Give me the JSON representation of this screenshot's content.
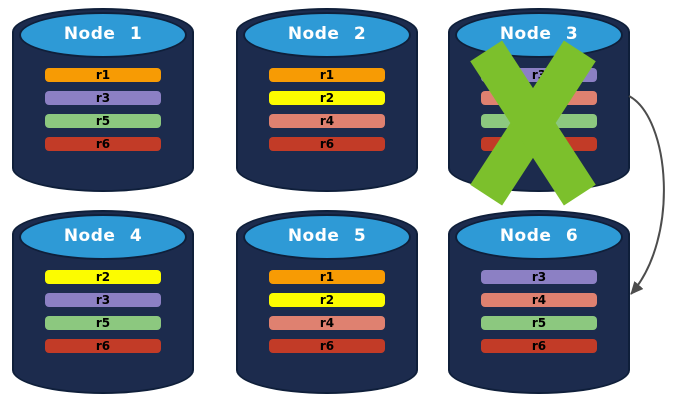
{
  "diagram": {
    "background": "#ffffff",
    "node_body_color": "#1c2b4d",
    "node_outline_color": "#0f1f3a",
    "node_cap_color": "#2e9ad6",
    "title_color": "#ffffff",
    "label_color": "#000000",
    "failure_x_color": "#7cc02c",
    "arrow_color": "#4d4d4d"
  },
  "nodes": [
    {
      "title": "Node 1",
      "failed": false,
      "replicas": [
        {
          "label": "r1",
          "color": "#f79b04"
        },
        {
          "label": "r3",
          "color": "#8c80c4"
        },
        {
          "label": "r5",
          "color": "#8cc87f"
        },
        {
          "label": "r6",
          "color": "#c23b27"
        }
      ]
    },
    {
      "title": "Node 2",
      "failed": false,
      "replicas": [
        {
          "label": "r1",
          "color": "#f79b04"
        },
        {
          "label": "r2",
          "color": "#fcfc00"
        },
        {
          "label": "r4",
          "color": "#df8170"
        },
        {
          "label": "r6",
          "color": "#c23b27"
        }
      ]
    },
    {
      "title": "Node 3",
      "failed": true,
      "replicas": [
        {
          "label": "r3",
          "color": "#8c80c4"
        },
        {
          "label": "r4",
          "color": "#df8170"
        },
        {
          "label": "r5",
          "color": "#8cc87f"
        },
        {
          "label": "r6",
          "color": "#c23b27"
        }
      ]
    },
    {
      "title": "Node 4",
      "failed": false,
      "replicas": [
        {
          "label": "r2",
          "color": "#fcfc00"
        },
        {
          "label": "r3",
          "color": "#8c80c4"
        },
        {
          "label": "r5",
          "color": "#8cc87f"
        },
        {
          "label": "r6",
          "color": "#c23b27"
        }
      ]
    },
    {
      "title": "Node 5",
      "failed": false,
      "replicas": [
        {
          "label": "r1",
          "color": "#f79b04"
        },
        {
          "label": "r2",
          "color": "#fcfc00"
        },
        {
          "label": "r4",
          "color": "#df8170"
        },
        {
          "label": "r6",
          "color": "#c23b27"
        }
      ]
    },
    {
      "title": "Node 6",
      "failed": false,
      "replicas": [
        {
          "label": "r3",
          "color": "#8c80c4"
        },
        {
          "label": "r4",
          "color": "#df8170"
        },
        {
          "label": "r5",
          "color": "#8cc87f"
        },
        {
          "label": "r6",
          "color": "#c23b27"
        }
      ]
    }
  ],
  "arrow": {
    "from": "Node 3",
    "to": "Node 6"
  }
}
